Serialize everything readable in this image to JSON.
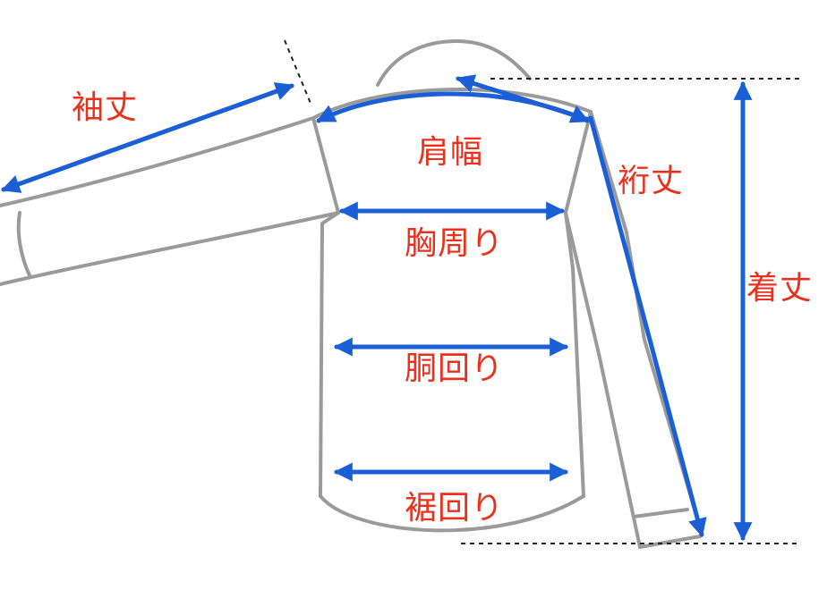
{
  "labels": {
    "sleeve_length": "袖丈",
    "shoulder_width": "肩幅",
    "yuki_length": "裄丈",
    "chest": "胸周り",
    "waist": "胴回り",
    "hem": "裾回り",
    "body_length": "着丈"
  },
  "colors": {
    "arrow": "#1a5fd6",
    "label": "#e8321e",
    "outline": "#9a9a9a",
    "guide": "#222222",
    "background": "#ffffff"
  }
}
